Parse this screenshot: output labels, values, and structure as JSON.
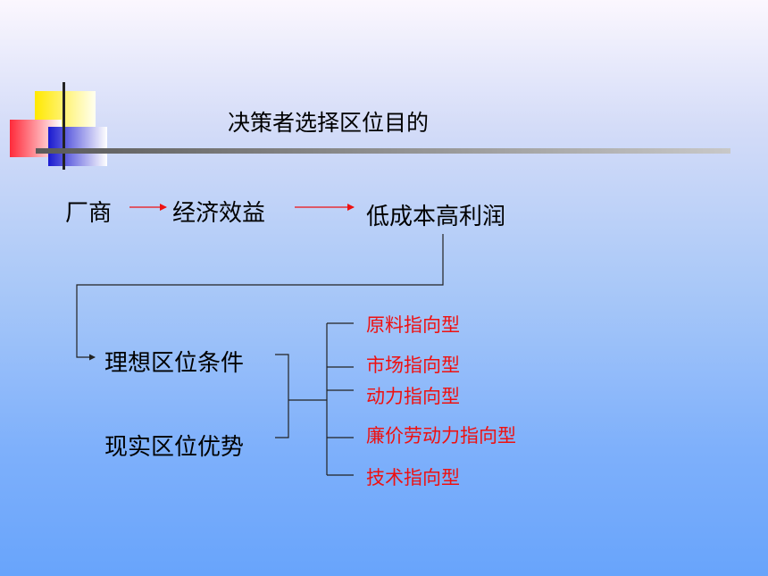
{
  "title": "决策者选择区位目的",
  "chain": {
    "firm": "厂商",
    "benefit": "经济效益",
    "goal": "低成本高利润"
  },
  "conditions": {
    "ideal": "理想区位条件",
    "real": "现实区位优势"
  },
  "orientations": [
    "原料指向型",
    "市场指向型",
    "动力指向型",
    "廉价劳动力指向型",
    "技术指向型"
  ],
  "colors": {
    "orientation_text": "#ee1111",
    "arrow": "#ee1111",
    "logo_yellow": "#fff000",
    "logo_red": "#ff3b4a",
    "logo_blue": "#2b2bd8"
  }
}
